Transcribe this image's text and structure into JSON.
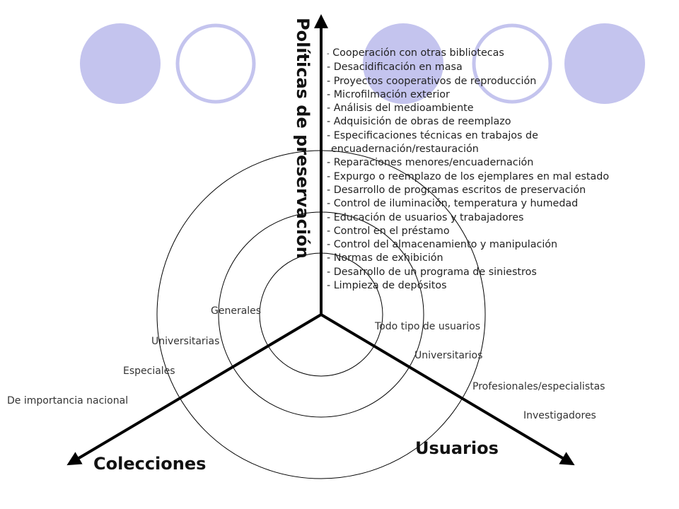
{
  "axes": {
    "vertical_title": "Políticas de preservación",
    "left_title": "Colecciones",
    "right_title": "Usuarios"
  },
  "colecciones_levels": [
    "Generales",
    "Universitarias",
    "Especiales",
    "De importancia nacional"
  ],
  "usuarios_levels": [
    "Todo tipo de usuarios",
    "Universitarios",
    "Profesionales/especialistas",
    "Investigadores"
  ],
  "policies": {
    "first_bullet": "-",
    "first_text": "Cooperación  con otras bibliotecas",
    "items": [
      "- Desacidificación en masa",
      "- Proyectos cooperativos de reproducción",
      "- Microfilmación exterior",
      "- Análisis del medioambiente",
      "- Adquisición de obras de reemplazo",
      "- Especificaciones técnicas en trabajos de",
      "encuadernación/restauración",
      "- Reparaciones menores/encuadernación",
      "- Expurgo o reemplazo de los ejemplares en mal estado",
      "- Desarrollo de programas escritos de preservación",
      "- Control de iluminación, temperatura y humedad",
      "- Educación de usuarios y trabajadores",
      "- Control en el préstamo",
      "- Control del almacenamiento y manipulación",
      "- Normas de exhibición",
      "- Desarrollo de un programa de siniestros",
      "- Limpieza de depósitos"
    ]
  },
  "colors": {
    "circle_fill": "#c4c4ee",
    "circle_stroke": "#c4c4ee",
    "circle_outline_fill": "#ffffff",
    "line": "#000000",
    "ring": "#000000"
  }
}
